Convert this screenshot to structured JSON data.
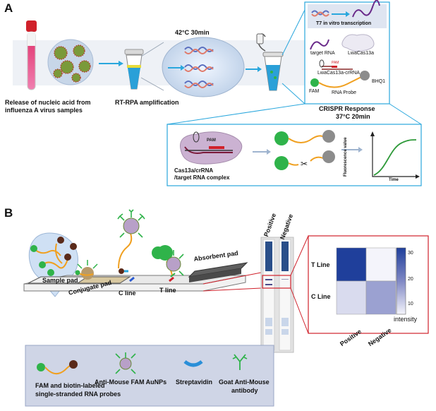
{
  "panel_a": {
    "label": "A",
    "step1_caption_line1": "Release of nucleic acid from",
    "step1_caption_line2": "influenza A virus samples",
    "step2_condition": "42°C  30min",
    "step2_caption": "RT-RPA amplification",
    "t7_label": "T7 in vitro transcription",
    "target_rna_label": "target RNA",
    "lwacas13a_label": "LwaCas13a",
    "pam_small_label": "PAM",
    "crrna_label": "LwaCas13a-crRNA",
    "fam_label": "FAM",
    "bhq1_label": "BHQ1",
    "rna_probe_label": "RNA Probe",
    "crispr_line1": "CRISPR  Response",
    "crispr_line2": "37°C  20min",
    "pam_label": "PAM",
    "complex_line1": "Cas13a/crRNA",
    "complex_line2": "/target RNA complex",
    "fluor_ylabel": "Fluorescence value",
    "fluor_xlabel": "Time"
  },
  "panel_b": {
    "label": "B",
    "absorbent_pad": "Absorbent pad",
    "sample_pad": "Sample pad",
    "conjugate_pad": "Conjugate pad",
    "c_line": "C line",
    "t_line": "T line",
    "strip_positive": "Positive",
    "strip_negative": "Negative",
    "heatmap": {
      "row_labels": [
        "T Line",
        "C Line"
      ],
      "col_labels": [
        "Positive",
        "Negative"
      ],
      "colorbar_ticks": [
        "30",
        "20",
        "10"
      ],
      "colorbar_label": "intensity"
    },
    "legend": {
      "probe_line1": "FAM and biotin-labeled",
      "probe_line2": "single-stranded RNA probes",
      "aunp_label": "Anti-Mouse FAM AuNPs",
      "streptavidin_label": "Streptavidin",
      "goat_line1": "Goat Anti-Mouse",
      "goat_line2": "antibody"
    }
  },
  "chart_data": {
    "type": "heatmap",
    "x_categories": [
      "Positive",
      "Negative"
    ],
    "y_categories": [
      "T Line",
      "C Line"
    ],
    "values": [
      [
        32,
        6
      ],
      [
        9,
        16
      ]
    ],
    "colorbar_range": [
      6,
      32
    ],
    "colorbar_label": "intensity"
  },
  "colors": {
    "dark_blue": "#1f3f9b",
    "fam_green": "#2fb34a",
    "bhq_grey": "#8c8c8c",
    "probe_orange": "#f0a020",
    "cas_purple": "#c9b0cf",
    "accent_blue": "#2aa7dd",
    "legend_bg": "#cfd5e6"
  }
}
